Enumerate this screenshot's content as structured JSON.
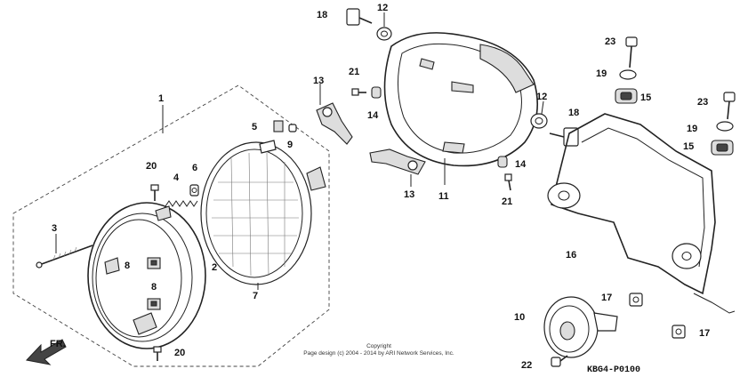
{
  "diagram": {
    "drawing_code": "KBG4-P0100",
    "direction_label": "FR.",
    "copyright": [
      "Copyright",
      "Page design (c) 2004 - 2014 by ARI Network Services, Inc."
    ],
    "callouts": [
      "1",
      "2",
      "3",
      "4",
      "5",
      "6",
      "7",
      "8",
      "8",
      "9",
      "10",
      "11",
      "12",
      "12",
      "13",
      "13",
      "14",
      "14",
      "15",
      "15",
      "16",
      "17",
      "17",
      "18",
      "18",
      "19",
      "19",
      "20",
      "20",
      "21",
      "21",
      "22",
      "23",
      "23"
    ]
  }
}
